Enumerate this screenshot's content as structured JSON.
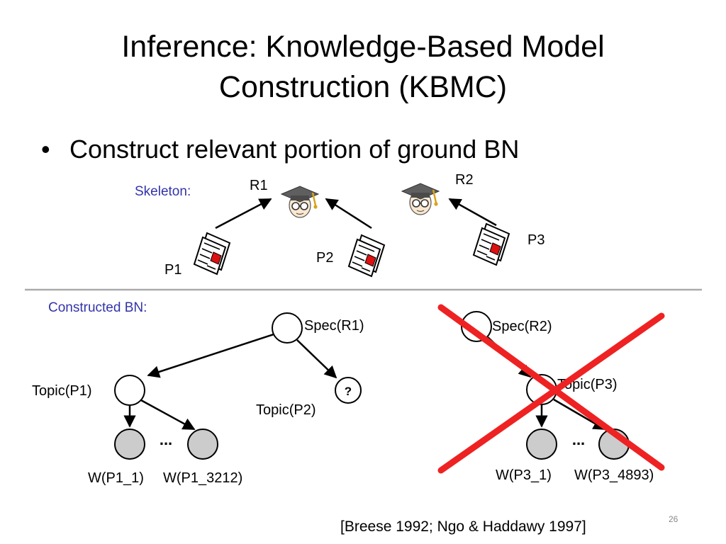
{
  "slide": {
    "title_line1": "Inference: Knowledge-Based Model",
    "title_line2": "Construction (KBMC)",
    "bullet": "Construct relevant portion of ground BN",
    "citation": "[Breese 1992; Ngo & Haddawy 1997]",
    "page_number": "26"
  },
  "skeleton": {
    "label": "Skeleton:",
    "reviewers": [
      "R1",
      "R2"
    ],
    "papers": [
      "P1",
      "P2",
      "P3"
    ],
    "icons": {
      "reviewer": "graduate-cap-face-icon",
      "paper": "paper-document-icon"
    }
  },
  "constructed_bn": {
    "label": "Constructed BN:",
    "left": {
      "spec": "Spec(R1)",
      "topic_p1": "Topic(P1)",
      "topic_p2": "Topic(P2)",
      "unknown": "?",
      "ellipsis": "...",
      "w_first": "W(P1_1)",
      "w_last": "W(P1_3212)"
    },
    "right": {
      "spec": "Spec(R2)",
      "topic_p3": "Topic(P3)",
      "ellipsis": "...",
      "w_first": "W(P3_1)",
      "w_last": "W(P3_4893)"
    }
  },
  "colors": {
    "blue_label": "#3333aa",
    "cross_red": "#ee2222",
    "node_gray": "#cccccc",
    "divider": "#aaaaaa"
  }
}
